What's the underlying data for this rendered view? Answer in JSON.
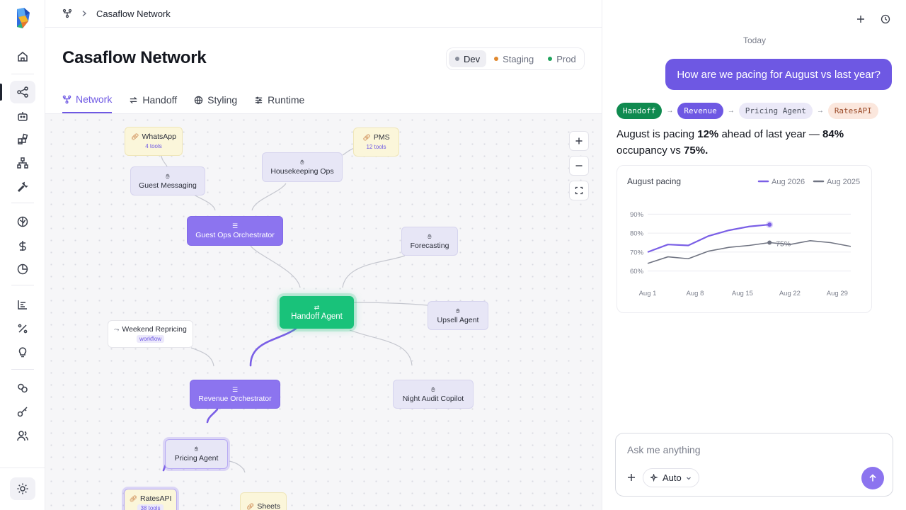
{
  "breadcrumb": {
    "title": "Casaflow Network"
  },
  "page": {
    "title": "Casaflow Network"
  },
  "env": {
    "options": [
      {
        "label": "Dev",
        "color": "#8a8f9c",
        "active": true
      },
      {
        "label": "Staging",
        "color": "#e0882e",
        "active": false
      },
      {
        "label": "Prod",
        "color": "#1fa35c",
        "active": false
      }
    ]
  },
  "tabs": [
    {
      "label": "Network",
      "icon": "network-icon",
      "active": true
    },
    {
      "label": "Handoff",
      "icon": "handoff-icon",
      "active": false
    },
    {
      "label": "Styling",
      "icon": "globe-icon",
      "active": false
    },
    {
      "label": "Runtime",
      "icon": "sliders-icon",
      "active": false
    }
  ],
  "rail": {
    "items": [
      "home-icon",
      "network-icon",
      "bot-icon",
      "blocks-icon",
      "hierarchy-icon",
      "wrench-icon",
      "brain-icon",
      "dollar-icon",
      "pie-icon",
      "chart-icon",
      "percent-icon",
      "lightbulb-icon",
      "link-icon",
      "key-icon",
      "users-icon",
      "sun-icon"
    ]
  },
  "graph": {
    "nodes": {
      "whatsapp": {
        "label": "WhatsApp",
        "sub": "4 tools"
      },
      "pms": {
        "label": "PMS",
        "sub": "12 tools"
      },
      "guest_messaging": {
        "label": "Guest Messaging"
      },
      "housekeeping": {
        "label": "Housekeeping Ops"
      },
      "guest_ops": {
        "label": "Guest Ops Orchestrator"
      },
      "forecasting": {
        "label": "Forecasting"
      },
      "handoff": {
        "label": "Handoff Agent"
      },
      "upsell": {
        "label": "Upsell Agent"
      },
      "weekend": {
        "label": "Weekend Repricing",
        "sub": "workflow"
      },
      "revenue": {
        "label": "Revenue Orchestrator"
      },
      "night_audit": {
        "label": "Night Audit Copilot"
      },
      "pricing": {
        "label": "Pricing Agent"
      },
      "ratesapi": {
        "label": "RatesAPI",
        "sub": "38 tools"
      },
      "sheets": {
        "label": "Sheets"
      }
    }
  },
  "chat": {
    "date_label": "Today",
    "user_message": "How are we pacing for August vs last year?",
    "trail": [
      {
        "label": "Handoff",
        "bg": "#0f8a4f",
        "fg": "#ffffff"
      },
      {
        "label": "Revenue",
        "bg": "#6e58e3",
        "fg": "#ffffff"
      },
      {
        "label": "Pricing Agent",
        "bg": "#ebe9f8",
        "fg": "#4a4f5c"
      },
      {
        "label": "RatesAPI",
        "bg": "#fbe7dd",
        "fg": "#9a4a28"
      }
    ],
    "answer": {
      "t1": "August is pacing ",
      "b1": "12%",
      "t2": " ahead of last year — ",
      "b2": "84%",
      "t3": " occupancy vs ",
      "b3": "75%."
    },
    "composer_placeholder": "Ask me anything",
    "mode_label": "Auto"
  },
  "chart_data": {
    "type": "line",
    "title": "August pacing",
    "x": [
      1,
      4,
      7,
      10,
      13,
      16,
      19,
      22,
      25,
      28,
      31
    ],
    "xticks": [
      1,
      8,
      15,
      22,
      29
    ],
    "xtick_labels": [
      "Aug 1",
      "Aug 8",
      "Aug 15",
      "Aug 22",
      "Aug 29"
    ],
    "yticks": [
      60,
      70,
      80,
      90
    ],
    "ytick_labels": [
      "60%",
      "70%",
      "80%",
      "90%"
    ],
    "ylim": [
      55,
      95
    ],
    "xlim": [
      1,
      31
    ],
    "series": [
      {
        "name": "Aug 2026",
        "color": "#7a5fe6",
        "values": [
          70,
          74,
          73.5,
          78.5,
          81.5,
          83.5,
          84.5
        ]
      },
      {
        "name": "Aug 2025",
        "color": "#707482",
        "values": [
          64,
          67.5,
          66.5,
          70.5,
          72.5,
          73.5,
          75,
          74,
          76,
          75,
          73
        ]
      }
    ],
    "annotation": {
      "text": "75%",
      "x": 19,
      "y": 75
    },
    "legend": "top-right"
  }
}
